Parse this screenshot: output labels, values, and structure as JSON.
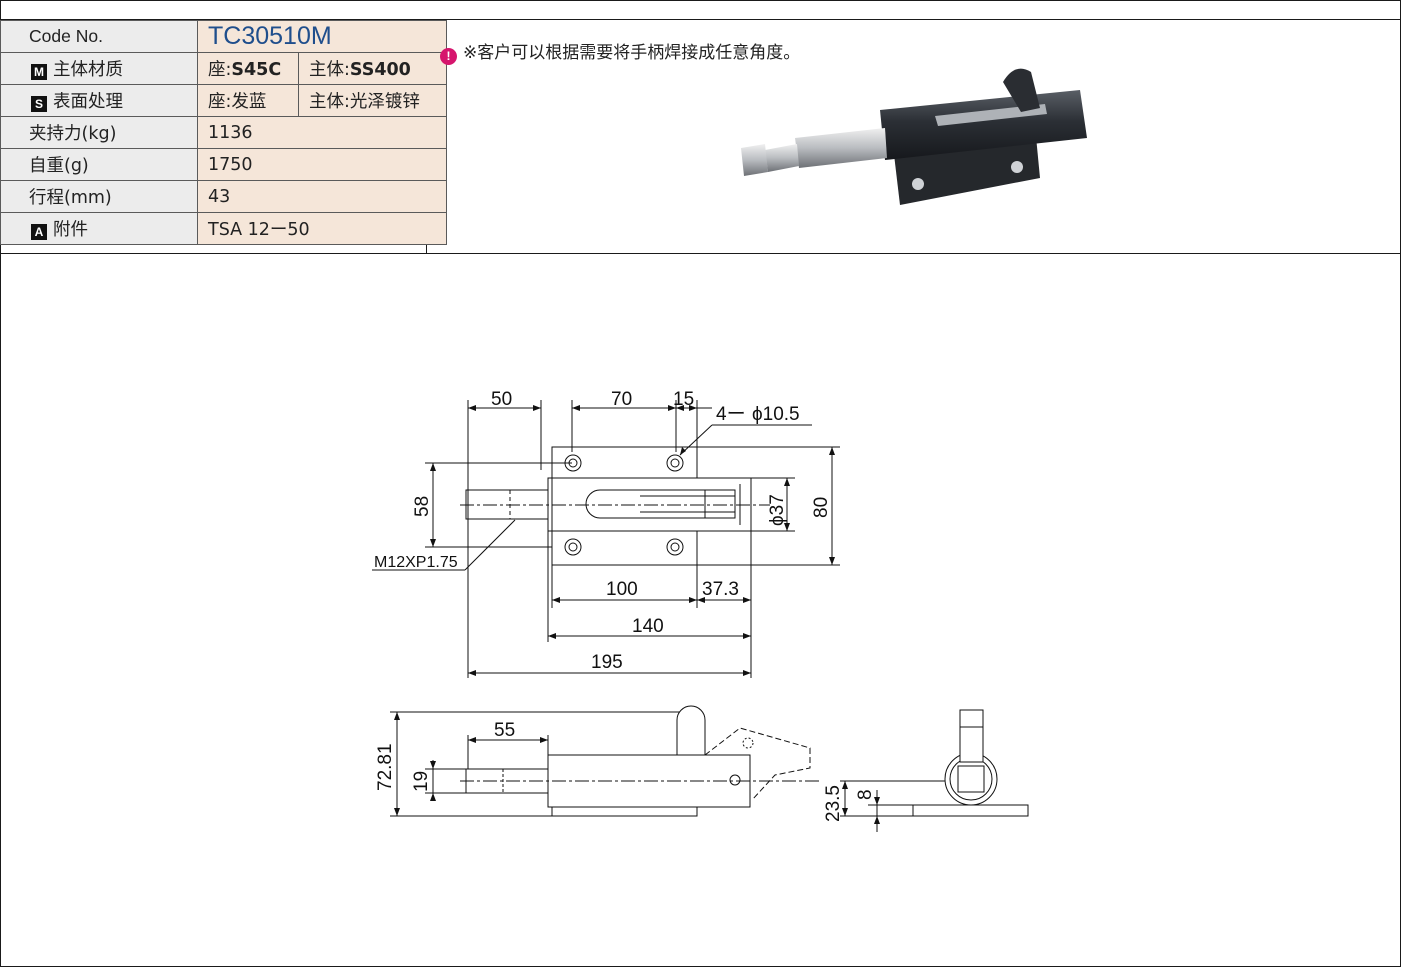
{
  "spec": {
    "code_label": "Code No.",
    "code_value": "TC30510M",
    "rows": [
      {
        "icon": "M",
        "label": "主体材质",
        "v1_prefix": "座:",
        "v1_bold": "S45C",
        "v2_prefix": "主体:",
        "v2_bold": "SS400"
      },
      {
        "icon": "S",
        "label": "表面处理",
        "v1": "座:发蓝",
        "v2": "主体:光泽镀锌"
      },
      {
        "label": "夹持力(kg)",
        "value": "1136"
      },
      {
        "label": "自重(g)",
        "value": "1750"
      },
      {
        "label": "行程(mm)",
        "value": "43"
      },
      {
        "icon": "A",
        "label": "附件",
        "value": "TSA 12ー50"
      }
    ]
  },
  "note": "※客户可以根据需要将手柄焊接成任意角度。",
  "drawing": {
    "dims": {
      "d50": "50",
      "d70": "70",
      "d15": "15",
      "holes": "4ー",
      "holes_dia": "ϕ10.5",
      "d58": "58",
      "d37": "ϕ37",
      "d80": "80",
      "thread": "M12XP1.75",
      "d100": "100",
      "d37_3": "37.3",
      "d140": "140",
      "d195": "195",
      "d55": "55",
      "d72_81": "72.81",
      "d19": "19",
      "d23_5": "23.5",
      "d8": "8"
    }
  },
  "colors": {
    "label_bg": "#ececec",
    "value_bg": "#f5e6d9",
    "code_blue": "#1f4e8c",
    "warn_pink": "#d6156d"
  }
}
